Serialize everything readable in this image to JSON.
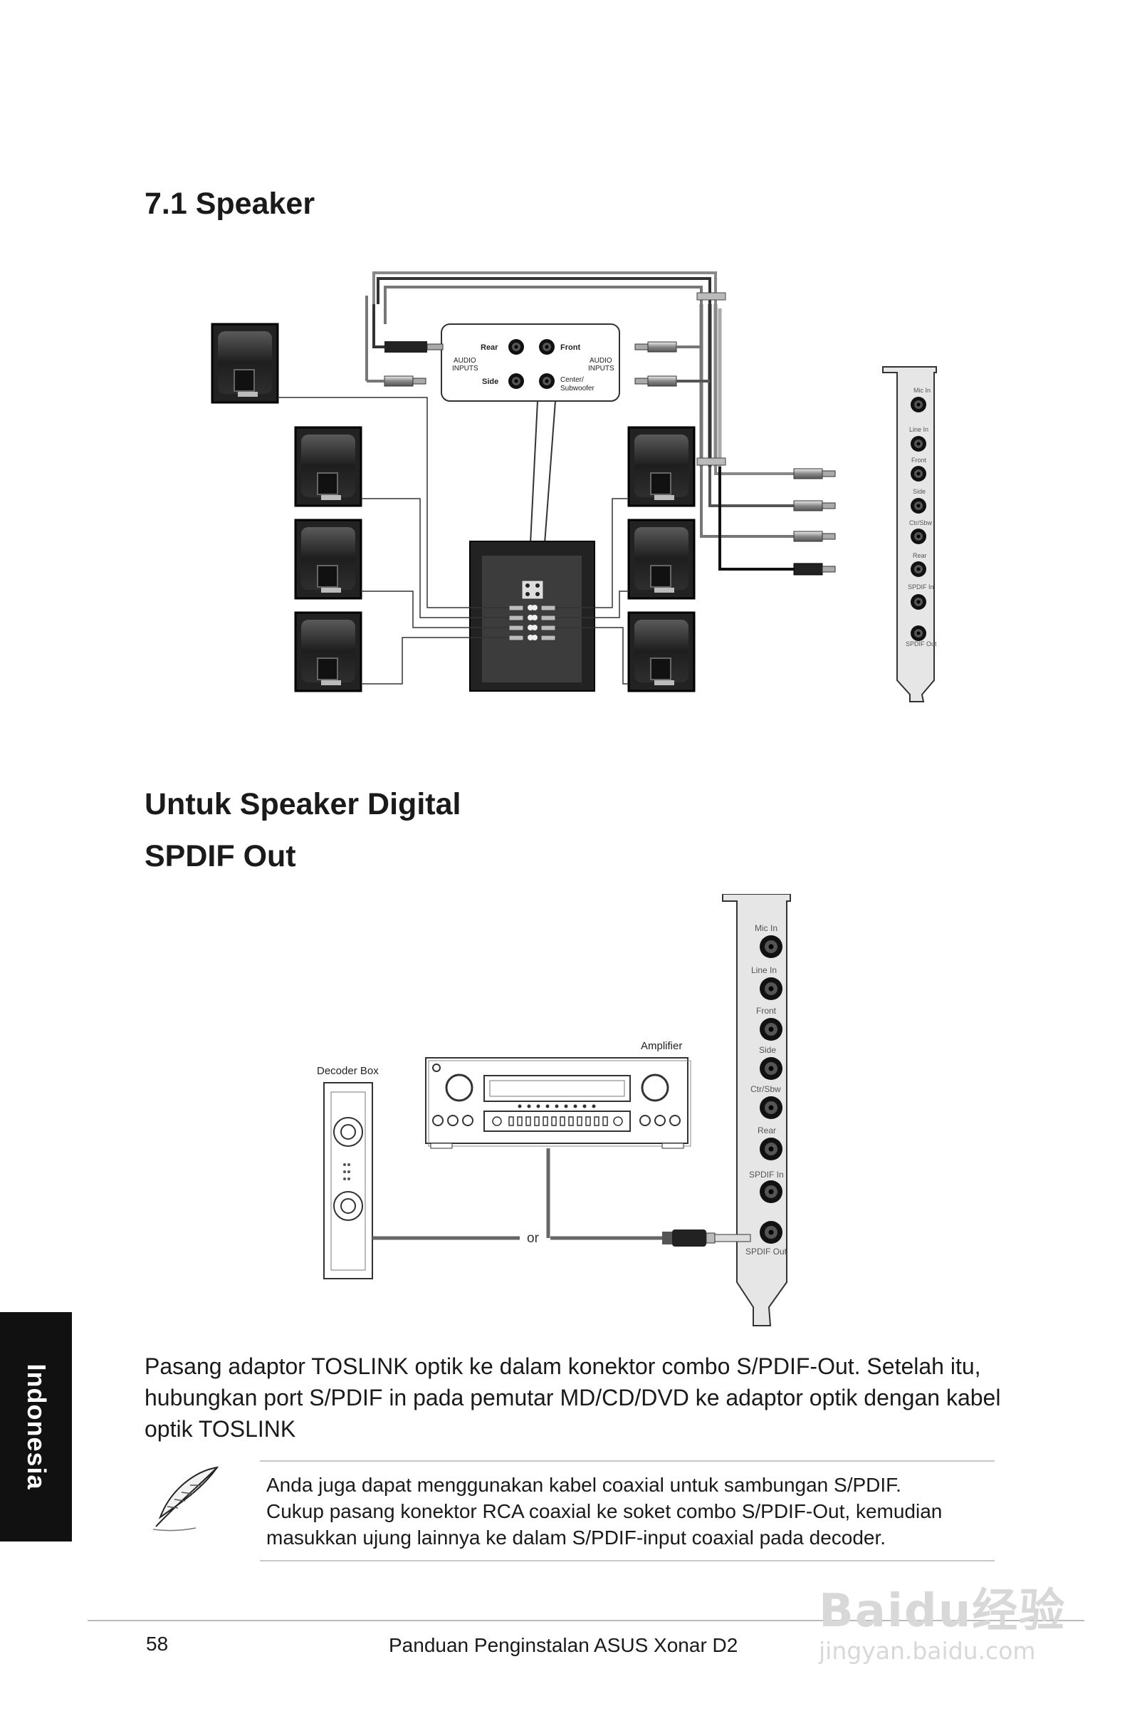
{
  "section1": {
    "title": "7.1 Speaker"
  },
  "diagram1": {
    "hub_labels": {
      "rear": "Rear",
      "side": "Side",
      "front": "Front",
      "center": "Center/",
      "subwoofer": "Subwoofer",
      "audio_inputs_1": "AUDIO",
      "audio_inputs_2": "INPUTS"
    },
    "card_ports": [
      "Mic In",
      "Line In",
      "Front",
      "Side",
      "Ctr/Sbw",
      "Rear",
      "SPDIF In",
      "SPDIF Out"
    ]
  },
  "section2": {
    "title": "Untuk Speaker Digital",
    "subtitle": "SPDIF Out"
  },
  "diagram2": {
    "amplifier_label": "Amplifier",
    "decoder_label": "Decoder Box",
    "or_label": "or",
    "card_ports": [
      "Mic In",
      "Line In",
      "Front",
      "Side",
      "Ctr/Sbw",
      "Rear",
      "SPDIF In",
      "SPDIF Out"
    ]
  },
  "body": {
    "paragraph": "Pasang adaptor TOSLINK optik ke dalam konektor combo S/PDIF-Out. Setelah itu, hubungkan port S/PDIF in pada pemutar MD/CD/DVD ke adaptor optik dengan kabel optik TOSLINK",
    "note_lines": [
      "Anda juga dapat menggunakan kabel coaxial untuk sambungan S/PDIF.",
      "Cukup pasang konektor RCA coaxial ke soket combo S/PDIF-Out, kemudian",
      "masukkan ujung lainnya ke dalam S/PDIF-input coaxial pada decoder."
    ]
  },
  "side_tab": {
    "label": "Indonesia"
  },
  "footer": {
    "page_number": "58",
    "title": "Panduan Penginstalan ASUS Xonar D2"
  },
  "watermark": {
    "brand": "Baidu经验",
    "url": "jingyan.baidu.com"
  }
}
